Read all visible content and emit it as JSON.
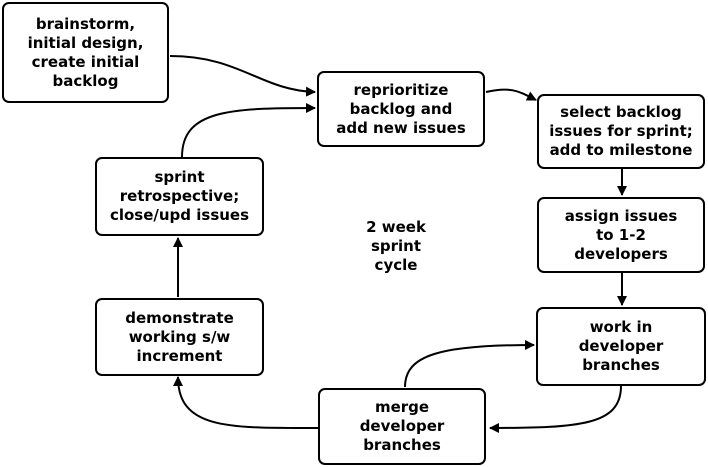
{
  "diagram": {
    "center_label": "2 week\nsprint\ncycle",
    "nodes": [
      {
        "id": "brainstorm",
        "text": "brainstorm,\ninitial design,\ncreate initial\nbacklog"
      },
      {
        "id": "reprioritize",
        "text": "reprioritize\nbacklog and\nadd new issues"
      },
      {
        "id": "select",
        "text": "select backlog\nissues for sprint;\nadd to milestone"
      },
      {
        "id": "assign",
        "text": "assign issues\nto 1-2\ndevelopers"
      },
      {
        "id": "work",
        "text": "work in\ndeveloper\nbranches"
      },
      {
        "id": "merge",
        "text": "merge\ndeveloper\nbranches"
      },
      {
        "id": "demonstrate",
        "text": "demonstrate\nworking s/w\nincrement"
      },
      {
        "id": "retrospective",
        "text": "sprint\nretrospective;\nclose/upd issues"
      }
    ],
    "edges": [
      {
        "from": "brainstorm",
        "to": "reprioritize"
      },
      {
        "from": "reprioritize",
        "to": "select"
      },
      {
        "from": "select",
        "to": "assign"
      },
      {
        "from": "assign",
        "to": "work"
      },
      {
        "from": "work",
        "to": "merge"
      },
      {
        "from": "merge",
        "to": "work"
      },
      {
        "from": "merge",
        "to": "demonstrate"
      },
      {
        "from": "demonstrate",
        "to": "retrospective"
      },
      {
        "from": "retrospective",
        "to": "reprioritize"
      }
    ],
    "colors": {
      "stroke": "#000000",
      "fill": "#ffffff",
      "text": "#000000"
    }
  }
}
